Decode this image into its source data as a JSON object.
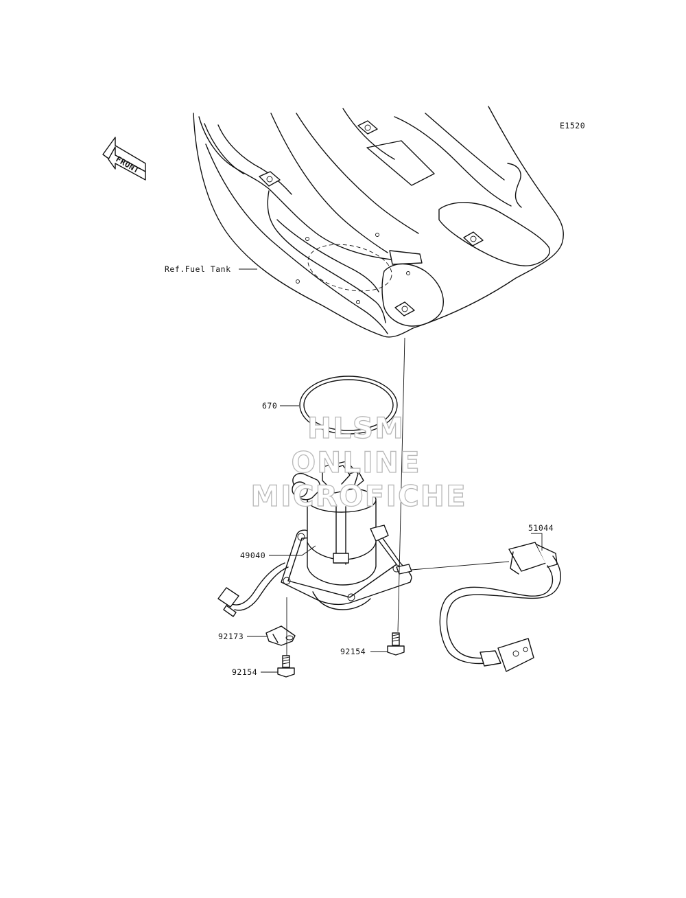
{
  "diagram_code": "E1520",
  "front_arrow_text": "FRONT",
  "callouts": {
    "fuel_tank": "Ref.Fuel Tank",
    "gasket": "670",
    "fuel_pump": "49040",
    "fuel_hose": "51044",
    "clamp": "92173",
    "bolt_left": "92154",
    "bolt_right": "92154"
  },
  "watermark": {
    "line1": "HLSM",
    "line2": "ONLINE",
    "line3": "MICROFICHE"
  }
}
